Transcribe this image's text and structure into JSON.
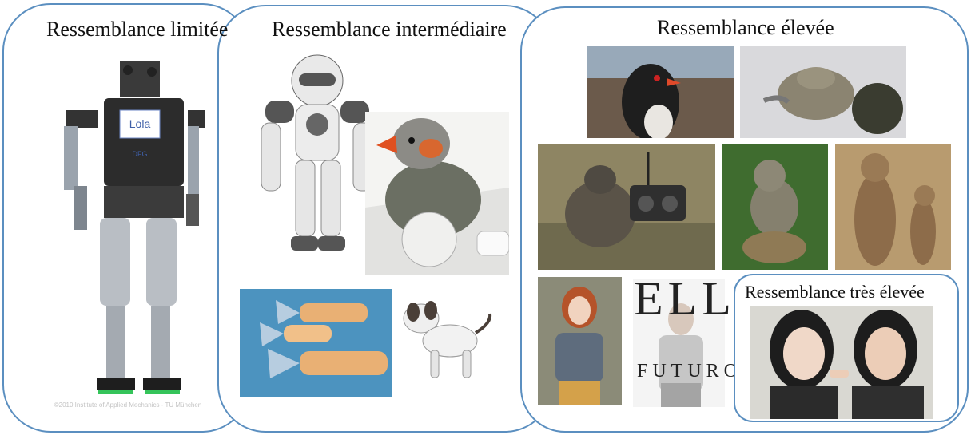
{
  "panels": {
    "limited": {
      "title": "Ressemblance limitée"
    },
    "intermediate": {
      "title": "Ressemblance intermédiaire"
    },
    "high": {
      "title": "Ressemblance élevée"
    },
    "very_high": {
      "title": "Ressemblance très élevée"
    }
  },
  "robot_labels": {
    "lola_badge": "Lola",
    "lola_sponsor": "DFG",
    "lola_credit": "©2010 Institute of Applied Mechanics - TU München",
    "magazine_masthead": "ELLE",
    "magazine_cover_word": "FUTURO"
  },
  "colors": {
    "panel_border": "#5b8fc0",
    "title_text": "#111111"
  }
}
